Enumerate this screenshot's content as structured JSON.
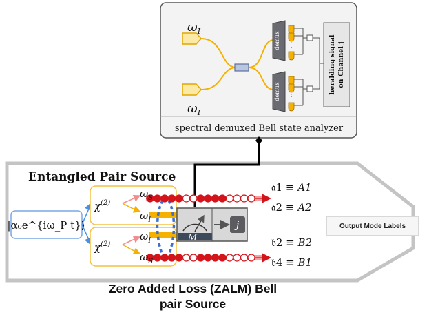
{
  "analyzer": {
    "omega_top": "ω",
    "omega_top_sub": "I",
    "omega_bottom": "ω",
    "omega_bottom_sub": "I",
    "demux_label": "demux",
    "herald_line1": "heralding signal",
    "herald_line2": "on Channel j",
    "caption": "spectral demuxed Bell state analyzer"
  },
  "source": {
    "title": "Entangled Pair Source",
    "pump_state": "|α₀e^{iω_P t}⟩",
    "chi": "χ",
    "chi_sup": "(2)",
    "modes": [
      {
        "omega": "ω",
        "sub": "S"
      },
      {
        "omega": "ω",
        "sub": "I"
      },
      {
        "omega": "ω",
        "sub": "I"
      },
      {
        "omega": "ω",
        "sub": "S"
      }
    ],
    "measurement_label": "M",
    "register_label": "j",
    "outputs": [
      {
        "mode": "𝔞1",
        "equiv": "≡",
        "label": "A1"
      },
      {
        "mode": "𝔞2",
        "equiv": "≡",
        "label": "A2"
      },
      {
        "mode": "𝔟2",
        "equiv": "≡",
        "label": "B2"
      },
      {
        "mode": "𝔟4",
        "equiv": "≡",
        "label": "B1"
      }
    ]
  },
  "output_mode_labels": "Output Mode Labels",
  "caption": {
    "line1": "Zero Added Loss (ZALM) Bell",
    "line2": "pair Source"
  },
  "colors": {
    "fiber": "#f5b000",
    "photon_red": "#d3141b",
    "pump_blue": "#4a90e2",
    "arrow_pink": "#f08c8c",
    "link_blue": "#3b6fd6",
    "demux_dark": "#6a6a72",
    "meter_dark": "#3d4a5c"
  }
}
